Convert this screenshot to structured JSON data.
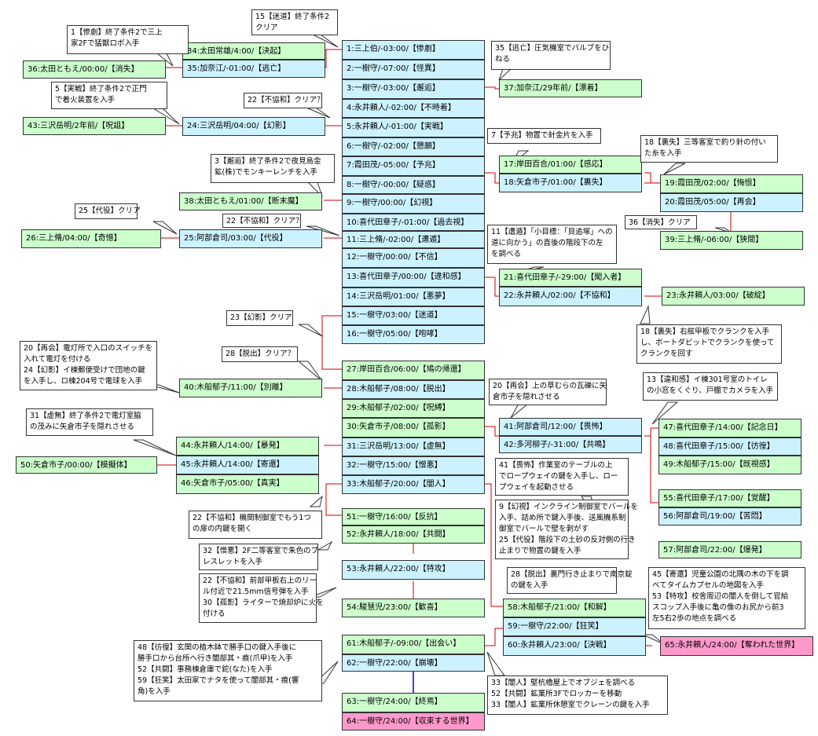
{
  "colors": {
    "blue_node": "#ccf2ff",
    "green_node": "#ccffcc",
    "pink_node": "#ff99cc",
    "line": "#cc0000",
    "link": "#0000cc"
  },
  "nodes": {
    "n1": "1:三上伯/-03:00/【惨劇】",
    "n2": "2:一樹守/-07:00/【怪異】",
    "n3": "3:一樹守/-03:00/【邂逅】",
    "n4": "4:永井頼人/-02:00/【不時着】",
    "n5": "5:永井頼人/-01:00/【実戦】",
    "n6": "6:一樹守/-02:00/【懇願】",
    "n7": "7:霞田茂/-05:00/【予兆】",
    "n8": "8:一樹守/-00:00/【疑惑】",
    "n9": "9:一樹守/00:00/【幻視】",
    "n10": "10:喜代田章子/-01:00/【過去視】",
    "n11": "11:三上脩/-02:00/【遭遁】",
    "n12": "12:一樹守/00:00/【不信】",
    "n13": "13:喜代田章子/00:00/【違和感】",
    "n14": "14:三沢岳明/01:00/【悪夢】",
    "n15": "15:一樹守/03:00/【迷道】",
    "n16": "16:一樹守/05:00/【咆哮】",
    "n17": "17:岸田百合/01:00/【感応】",
    "n18": "18:矢倉市子/01:00/【裏失】",
    "n19": "19:霞田茂/02:00/【悔恨】",
    "n20": "20:霞田茂/05:00/【再会】",
    "n21": "21:喜代田章子/-29:00/【闖入者】",
    "n22": "22:永井頼人/02:00/【不協和】",
    "n23": "23:永井頼人/03:00/【破綻】",
    "n24": "24:三沢岳明/04:00/【幻影】",
    "n25": "25:阿部倉司/03:00/【代役】",
    "n26": "26:三上脩/04:00/【奇憶】",
    "n27": "27:岸田百合/06:00/【鳩の帰還】",
    "n28": "28:木船郁子/08:00/【脱出】",
    "n29": "29:木船郁子/02:00/【呪縛】",
    "n30": "30:矢倉市子/08:00/【孤影】",
    "n31": "31:三沢岳明/13:00/【虚無】",
    "n32": "32:一樹守/15:00/【憎悪】",
    "n33": "33:木船郁子/20:00/【闇人】",
    "n34": "34:太田常雄/4:00/【決起】",
    "n35": "35:加奈江/-01:00/【逃亡】",
    "n36": "36:太田ともえ/00:00/【消失】",
    "n37": "37:加奈江/29年前/【漂着】",
    "n38": "38:太田ともえ/01:00/【断末魔】",
    "n39": "39:三上脩/-06:00/【狭間】",
    "n40": "40:木船郁子/11:00/【別離】",
    "n41": "41:阿部倉司/12:00/【畏怖】",
    "n42": "42:多河柳子/-31:00/【共鳴】",
    "n43": "43:三沢岳明/2年前/【呪詛】",
    "n44": "44:永井頼人/14:00/【暴発】",
    "n45": "45:永井頼人/14:00/【寄還】",
    "n46": "46:矢倉市子/05:00/【真実】",
    "n47": "47:喜代田章子/14:00/【記念日】",
    "n48": "48:喜代田章子/15:00/【彷徨】",
    "n49": "49:木船郁子/15:00/【既視感】",
    "n50": "50:矢倉市子/00:00/【模擬体】",
    "n51": "51:一樹守/16:00/【反抗】",
    "n52": "52:永井頼人/18:00/【共闘】",
    "n53": "53:永井頼人/22:00/【特攻】",
    "n54": "54:駿慧児/23:00/【歓喜】",
    "n55": "55:喜代田章子/17:00/【覚醒】",
    "n56": "56:阿部倉司/19:00/【苦悶】",
    "n57": "57:阿部倉司/22:00/【爆発】",
    "n58": "58:木船郁子/21:00/【和解】",
    "n59": "59:一樹守/22:00/【狂笑】",
    "n60": "60:永井頼人/23:00/【決戦】",
    "n61": "61:木船郁子/-09:00/【出会い】",
    "n62": "62:一樹守/22:00/【崩壊】",
    "n63": "63:一樹守/24:00/【終焉】",
    "n64": "64:一樹守/24:00/【収束する世界】",
    "n65": "65:永井頼人/24:00/【奪われた世界】"
  },
  "notes": {
    "t15": "15【迷道】終了条件2\nクリア",
    "t1": "1【惨劇】終了条件2で三上\n家2Fで猛獣ロボ入手",
    "t35": "35【逃亡】圧気機室でバルブをひ\nねる",
    "t5": "5【実戦】終了条件2で正門\nで着火装置を入手",
    "t22a": "22【不協和】クリア？",
    "t7": "7【予兆】物置で針金片を入手",
    "t18a": "18【裏失】三等客室で釣り針の付い\nた糸を入手",
    "t3": "3【邂逅】終了条件2で夜見島金\n鉱(株)でモンキーレンチを入手",
    "t25": "25【代役】クリア",
    "t22b": "22【不協和】クリア？",
    "t36": "36【消失】クリア",
    "t11": "11【遭遁】「小目標：「貝追塚」への\n道に向かう」の直後の階段下の左\nを調べる",
    "t23": "23【幻影】クリア",
    "t18b": "18【裏失】右舷甲板でクランクを入手\nし、ボートダビットでクランクを使って\nクランクを回す",
    "t20": "20【再会】電灯所で入口のスイッチを\n入れて電灯を付ける\n24【幻影】イ棟郵便受けで団地の鍵\nを入手し、ロ棟204号で電球を入手",
    "t28a": "28【脱出】クリア？",
    "t13": "13【違和感】イ棟301号室のトイレ\nの小窓をくぐり、戸棚でカメラを入手",
    "t20b": "20【再会】上の草むらの瓦礫に矢\n倉市子を隠れさせる",
    "t31": "31【虚無】終了条件2で電灯室脇\nの茂みに矢倉市子を隠れさせる",
    "t41": "41【畏怖】作業室のテーブルの上\nでロープウェイの鍵を入手し、ロー\nプウェイを起動させる",
    "t22c": "22【不協和】機関制御室でもう1つ\nの扉の内鍵を開く",
    "t9": "9【幻視】インクライン制御室でバールを\n入手、詰め所で鍵入手後、送風機系制\n御室でバールで壁を剥がす\n25【代役】階段下の土砂の反対側の行き\n止まりで物置の鍵を入手",
    "t32": "32【憎悪】2F二等客室で朱色のブ\nレスレットを入手",
    "t22d": "22【不協和】前部甲板右上のリー\nル付近で21.5mm信号弾を入手\n30【孤影】ライターで焼却炉に火を\n付ける",
    "t28b": "28【脱出】裏門行き止まりで南京錠\nの鍵を入手",
    "t45": "45【寄還】児童公園の北隅の木の下を調\nべてタイムカプセルの地図を入手\n53【特攻】校舎周辺の闇人を倒して官給\nスコップ入手後に亀の像のお尻から前3\n左5右2歩の地点を調べる",
    "t48": "48【彷徨】玄関の植木鉢で勝手口の鍵入手後に\n勝手口から台所へ行き闇部其・痕(爪甲)を入手\n52【共闘】事務棟倉庫で鉈(なた)を入手\n59【狂笑】太田家でナタを使って闇部其・痕(響\n角)を入手",
    "t33": "33【闇人】堅杭櫓屋上でオブジェを調べる\n52【共闘】鉱業所3Fでロッカーを移動\n33【闇人】鉱業所休憩室でクレーンの鍵を入手"
  }
}
